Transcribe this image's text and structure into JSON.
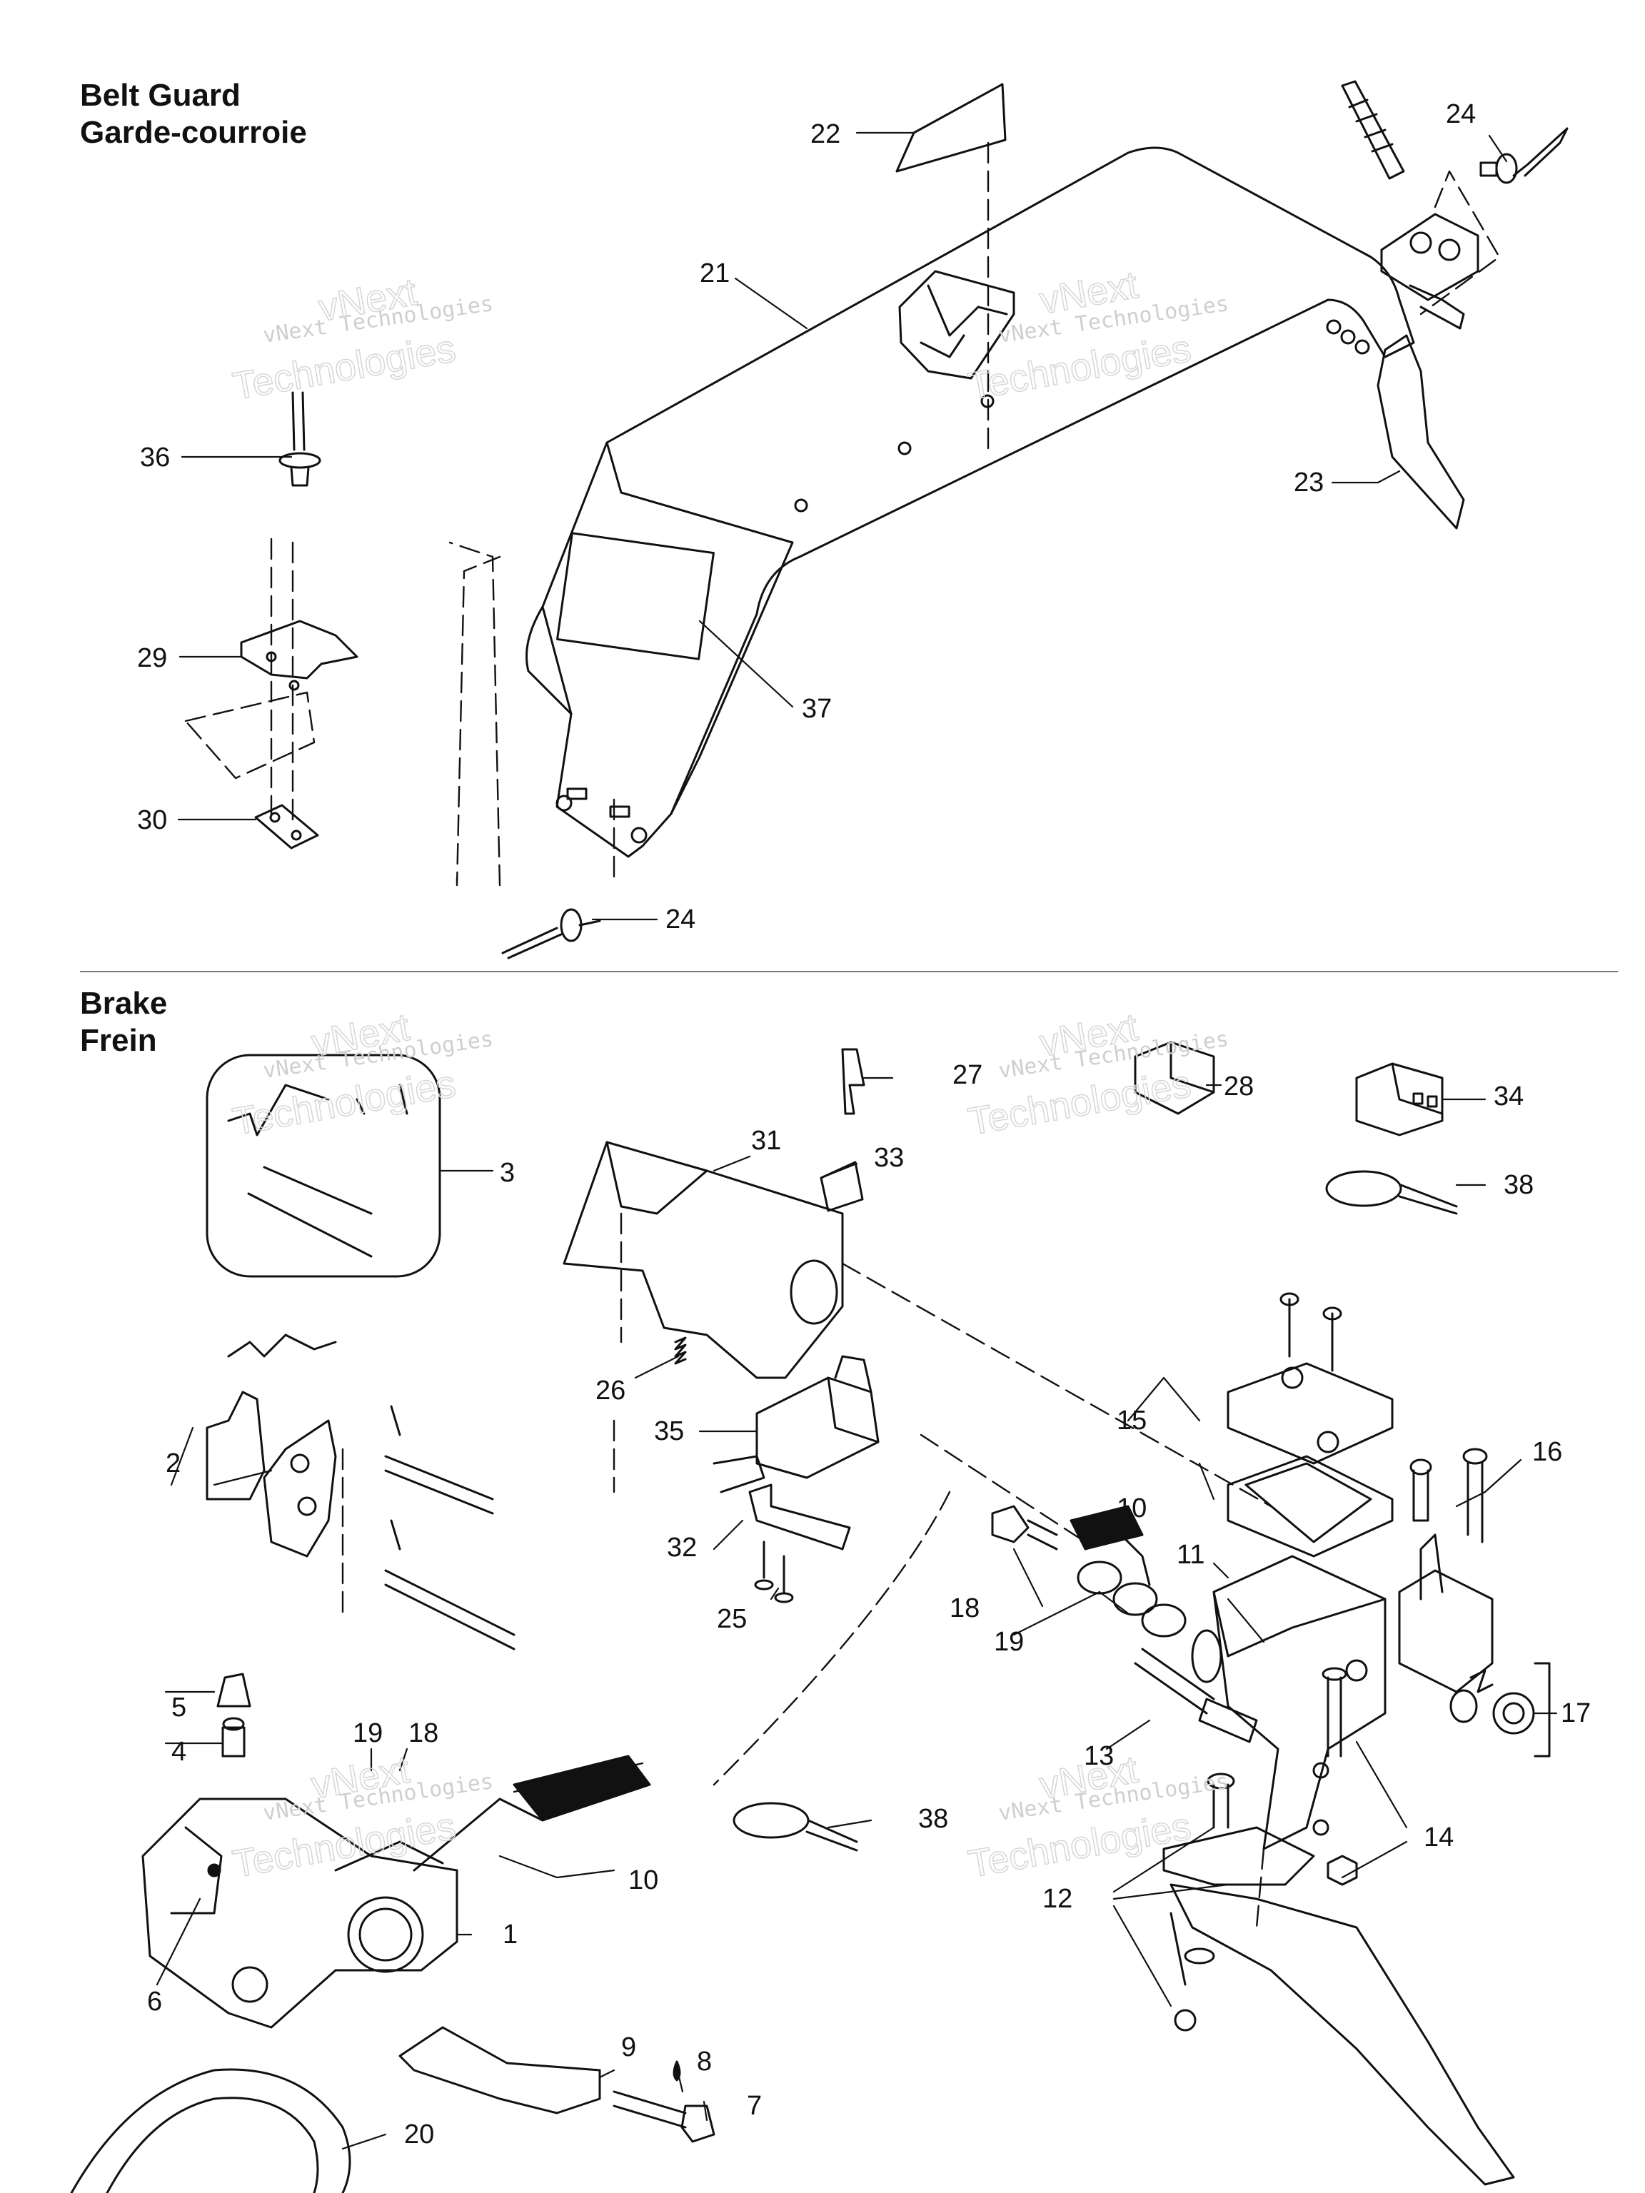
{
  "sections": {
    "belt_guard": {
      "title_en": "Belt Guard",
      "title_fr": "Garde-courroie"
    },
    "brake": {
      "title_en": "Brake",
      "title_fr": "Frein"
    }
  },
  "watermark": {
    "company_line": "vNext Technologies",
    "big_line1": "vNext",
    "big_line2": "Technologies"
  },
  "callouts": {
    "c1": "1",
    "c2": "2",
    "c3": "3",
    "c4": "4",
    "c5": "5",
    "c6": "6",
    "c7": "7",
    "c8": "8",
    "c9": "9",
    "c10": "10",
    "c11": "11",
    "c12": "12",
    "c13": "13",
    "c14": "14",
    "c15": "15",
    "c16": "16",
    "c17": "17",
    "c18": "18",
    "c19": "19",
    "c20": "20",
    "c21": "21",
    "c22": "22",
    "c23": "23",
    "c24": "24",
    "c25": "25",
    "c26": "26",
    "c27": "27",
    "c28": "28",
    "c29": "29",
    "c30": "30",
    "c31": "31",
    "c32": "32",
    "c33": "33",
    "c34": "34",
    "c35": "35",
    "c36": "36",
    "c37": "37",
    "c38": "38"
  }
}
